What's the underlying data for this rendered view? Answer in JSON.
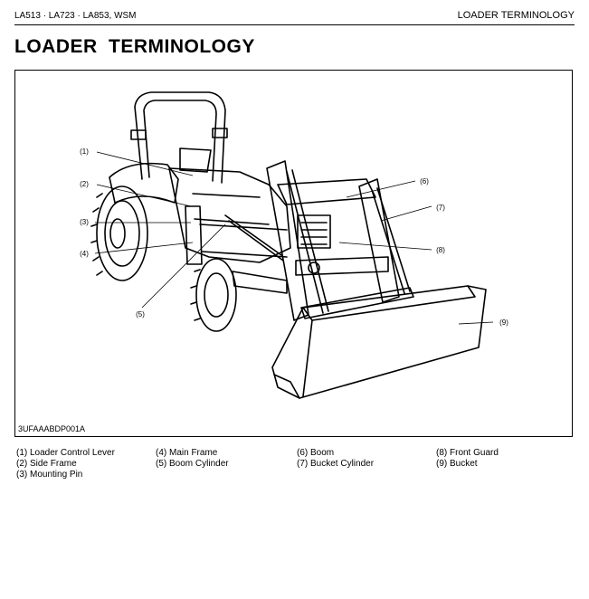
{
  "header": {
    "doc_id": "LA513 · LA723 · LA853, WSM",
    "section": "LOADER TERMINOLOGY"
  },
  "page_title": "LOADER  TERMINOLOGY",
  "figure": {
    "figure_id": "3UFAAABDP001A",
    "callouts": [
      "(1)",
      "(2)",
      "(3)",
      "(4)",
      "(5)",
      "(6)",
      "(7)",
      "(8)",
      "(9)"
    ]
  },
  "legend": {
    "columns": [
      [
        "(1)  Loader Control Lever",
        "(2)  Side Frame",
        "(3)  Mounting Pin"
      ],
      [
        "(4)  Main Frame",
        "(5)  Boom Cylinder"
      ],
      [
        "(6)  Boom",
        "(7)  Bucket Cylinder"
      ],
      [
        "(8)  Front Guard",
        "(9)  Bucket"
      ]
    ]
  }
}
